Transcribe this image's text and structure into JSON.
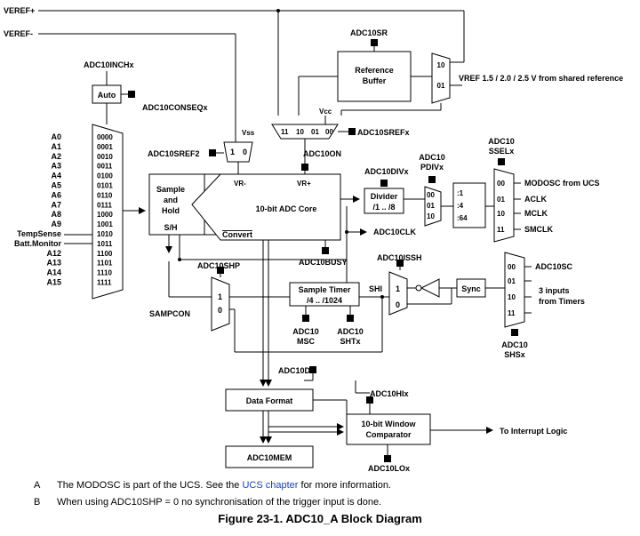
{
  "signals": {
    "vref_plus": "VEREF+",
    "vref_minus": "VEREF-",
    "adc10sr": "ADC10SR",
    "reference_buffer": [
      "Reference",
      "Buffer"
    ],
    "vref_ref_label": "VREF 1.5 / 2.0 / 2.5 V from shared reference",
    "mux_10": "10",
    "mux_01": "01",
    "adc10inchx": "ADC10INCHx",
    "auto": "Auto",
    "adc10conseqx": "ADC10CONSEQx",
    "sref_codes": [
      "11",
      "10",
      "01",
      "00"
    ],
    "vcc": "Vcc",
    "adc10srefx": "ADC10SREFx",
    "vss": "Vss",
    "adc10sref2": "ADC10SREF2",
    "one": "1",
    "zero": "0",
    "adc10on": "ADC10ON",
    "adc10divx": "ADC10DIVx",
    "adc10pdivx": [
      "ADC10",
      "PDIVx"
    ],
    "adc10sselx": [
      "ADC10",
      "SSELx"
    ],
    "sample_hold": [
      "Sample",
      "and",
      "Hold"
    ],
    "s_h": "S/H",
    "vr_minus": "VR-",
    "vr_plus": "VR+",
    "core": "10-bit ADC Core",
    "convert": "Convert",
    "divider": [
      "Divider",
      "/1 .. /8"
    ],
    "pdiv_codes": [
      "00",
      "01",
      "10"
    ],
    "pdiv_ratios": [
      ":1",
      ":4",
      ":64"
    ],
    "clk_codes": [
      "00",
      "01",
      "10",
      "11"
    ],
    "clk_sources": [
      "MODOSC from UCS",
      "ACLK",
      "MCLK",
      "SMCLK"
    ],
    "adc10clk": "ADC10CLK",
    "adc10busy": "ADC10BUSY",
    "adc10shp": "ADC10SHP",
    "adc10issh": "ADC10ISSH",
    "sampcon": "SAMPCON",
    "sample_timer": [
      "Sample Timer",
      "/4 .. /1024"
    ],
    "shi": "SHI",
    "sync": "Sync",
    "adc10msc": [
      "ADC10",
      "MSC"
    ],
    "adc10shtx": [
      "ADC10",
      "SHTx"
    ],
    "adc10sc": "ADC10SC",
    "three_inputs": [
      "3 inputs",
      "from Timers"
    ],
    "adc10shsx": [
      "ADC10",
      "SHSx"
    ],
    "adc10df": "ADC10DF",
    "data_format": "Data Format",
    "adc10hix": "ADC10HIx",
    "window_comp": [
      "10-bit Window",
      "Comparator"
    ],
    "interrupt": "To Interrupt Logic",
    "adc10mem": "ADC10MEM",
    "adc10lox": "ADC10LOx"
  },
  "inputs": [
    {
      "name": "A0",
      "code": "0000"
    },
    {
      "name": "A1",
      "code": "0001"
    },
    {
      "name": "A2",
      "code": "0010"
    },
    {
      "name": "A3",
      "code": "0011"
    },
    {
      "name": "A4",
      "code": "0100"
    },
    {
      "name": "A5",
      "code": "0101"
    },
    {
      "name": "A6",
      "code": "0110"
    },
    {
      "name": "A7",
      "code": "0111"
    },
    {
      "name": "A8",
      "code": "1000"
    },
    {
      "name": "A9",
      "code": "1001"
    },
    {
      "name": "TempSense",
      "code": "1010"
    },
    {
      "name": "Batt.Monitor",
      "code": "1011"
    },
    {
      "name": "A12",
      "code": "1100"
    },
    {
      "name": "A13",
      "code": "1101"
    },
    {
      "name": "A14",
      "code": "1110"
    },
    {
      "name": "A15",
      "code": "1111"
    }
  ],
  "notes": [
    {
      "key": "A",
      "before": "The MODOSC is part of the UCS. See the ",
      "link": "UCS chapter",
      "after": " for more information."
    },
    {
      "key": "B",
      "before": "When using ADC10SHP = 0 no synchronisation of the trigger input is done.",
      "link": "",
      "after": ""
    }
  ],
  "caption": "Figure 23-1. ADC10_A Block Diagram",
  "colors": {
    "link": "#1a3fb0",
    "line": "#000000"
  }
}
